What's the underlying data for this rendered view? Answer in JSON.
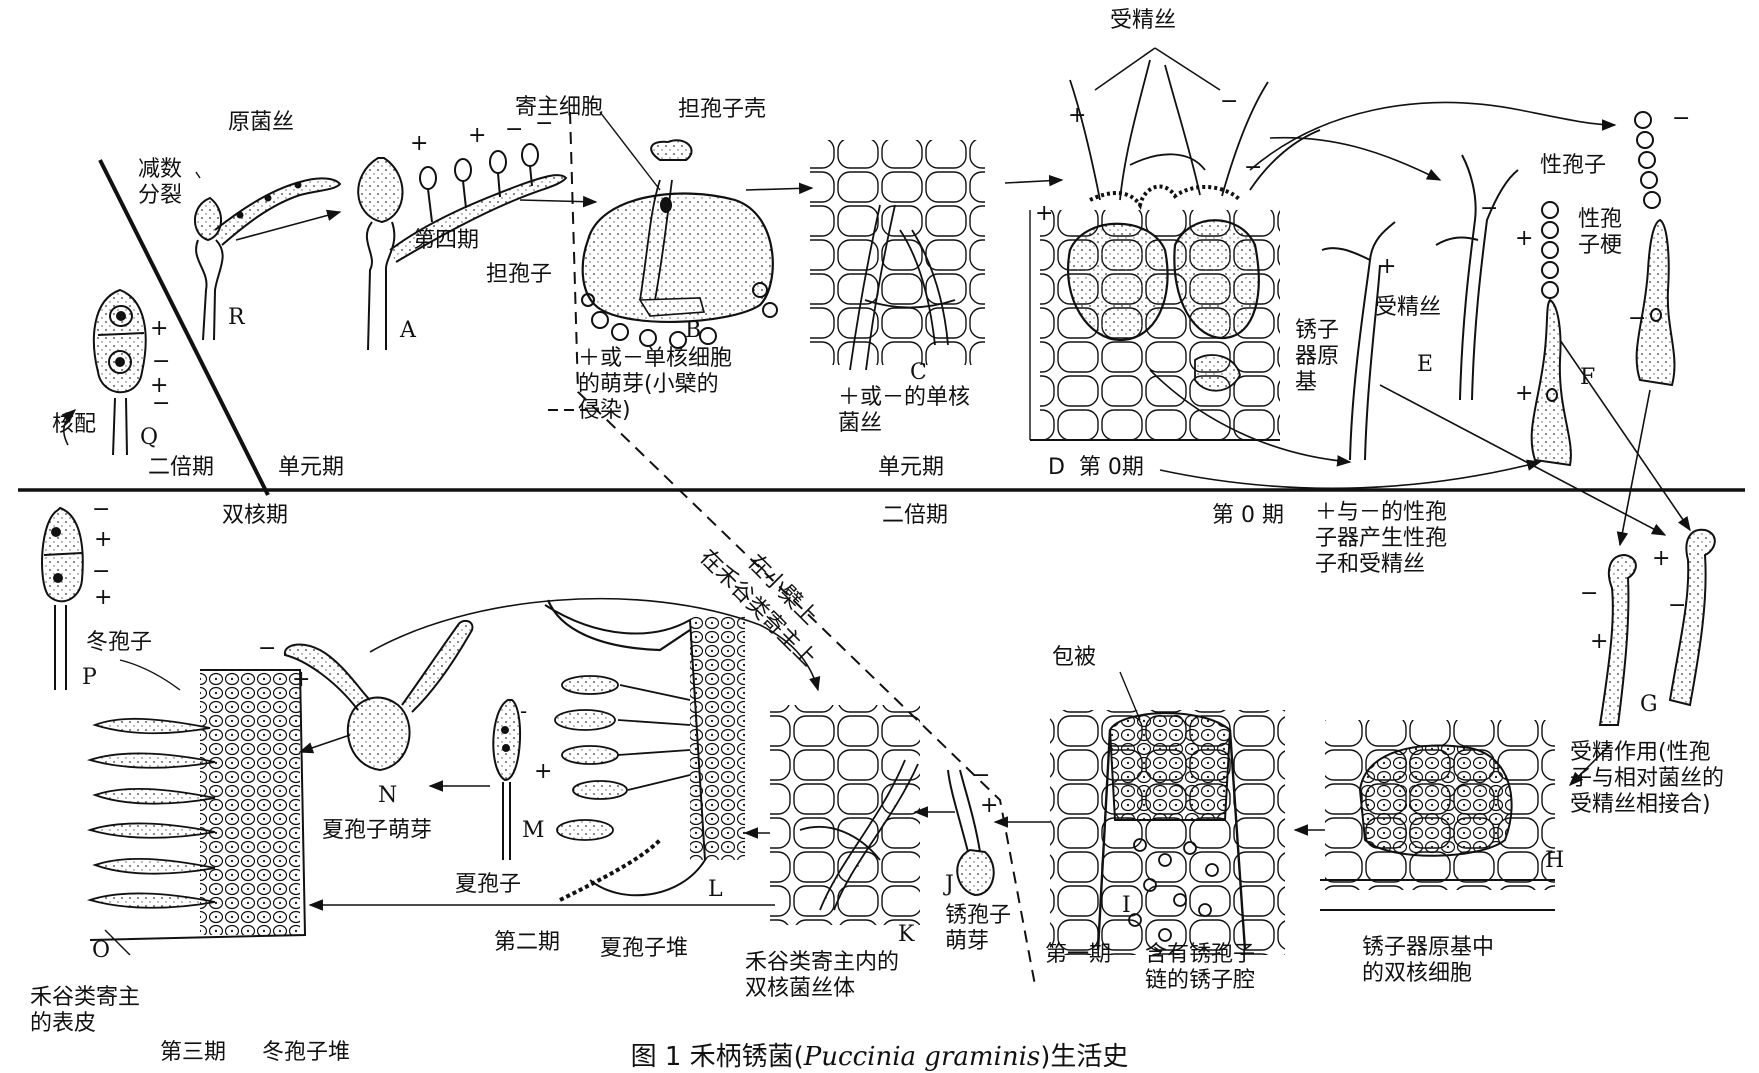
{
  "phases": {
    "haploid_upper": "单元期",
    "diploid_upper": "二倍期",
    "dikaryon_lower": "双核期",
    "diploid_lower": "二倍期",
    "haploid_mid": "单元期"
  },
  "stages": {
    "stage0_d": "D  第 0期",
    "stage0": "第 0 期",
    "stage1": "第一期",
    "stage2": "第二期",
    "stage3": "第三期",
    "stage4": "第四期"
  },
  "labels": {
    "meiosis": "减数\n分裂",
    "karyogamy": "核配",
    "promycelium": "原菌丝",
    "host_cell": "寄主细胞",
    "basidiospore_shell": "担孢子壳",
    "basidiospore": "担孢子",
    "germination_barberry": "＋或－单核细胞\n的萌芽(小檗的\n侵染)",
    "mono_hypha": "＋或－的单核\n菌丝",
    "receptive_hypha_top": "受精丝",
    "receptive_hypha_e": "受精丝",
    "pycniospore": "性孢子",
    "pycniosporophore": "性孢\n子梗",
    "aecium_primordium": "锈子\n器原\n基",
    "pycnia_produce": "＋与－的性孢\n子器产生性孢\n子和受精丝",
    "on_barberry": "在小檗上",
    "on_cereal": "在禾谷类寄主上",
    "fertilization": "受精作用(性孢\n子与相对菌丝的\n受精丝相接合)",
    "binucleate_cells": "锈子器原基中\n的双核细胞",
    "peridium": "包被",
    "aecial_cavity": "含有锈孢子\n链的锈子腔",
    "aeciospore_germ": "锈孢子\n萌芽",
    "dikaryon_in_cereal": "禾谷类寄主内的\n双核菌丝体",
    "uredinia": "夏孢子堆",
    "urediniospore": "夏孢子",
    "urediniospore_germ": "夏孢子萌芽",
    "teliospore": "冬孢子",
    "host_epidermis": "禾谷类寄主\n的表皮",
    "telia": "冬孢子堆"
  },
  "letters": {
    "A": "A",
    "B": "B",
    "C": "C",
    "E": "E",
    "F": "F",
    "G": "G",
    "H": "H",
    "I": "I",
    "J": "J",
    "K": "K",
    "L": "L",
    "M": "M",
    "N": "N",
    "O": "O",
    "P": "P",
    "Q": "Q",
    "R": "R"
  },
  "caption": {
    "prefix": "图 1   禾柄锈菌(",
    "latin": "Puccinia graminis",
    "suffix": ")生活史"
  },
  "colors": {
    "ink": "#111111",
    "paper": "#ffffff"
  }
}
